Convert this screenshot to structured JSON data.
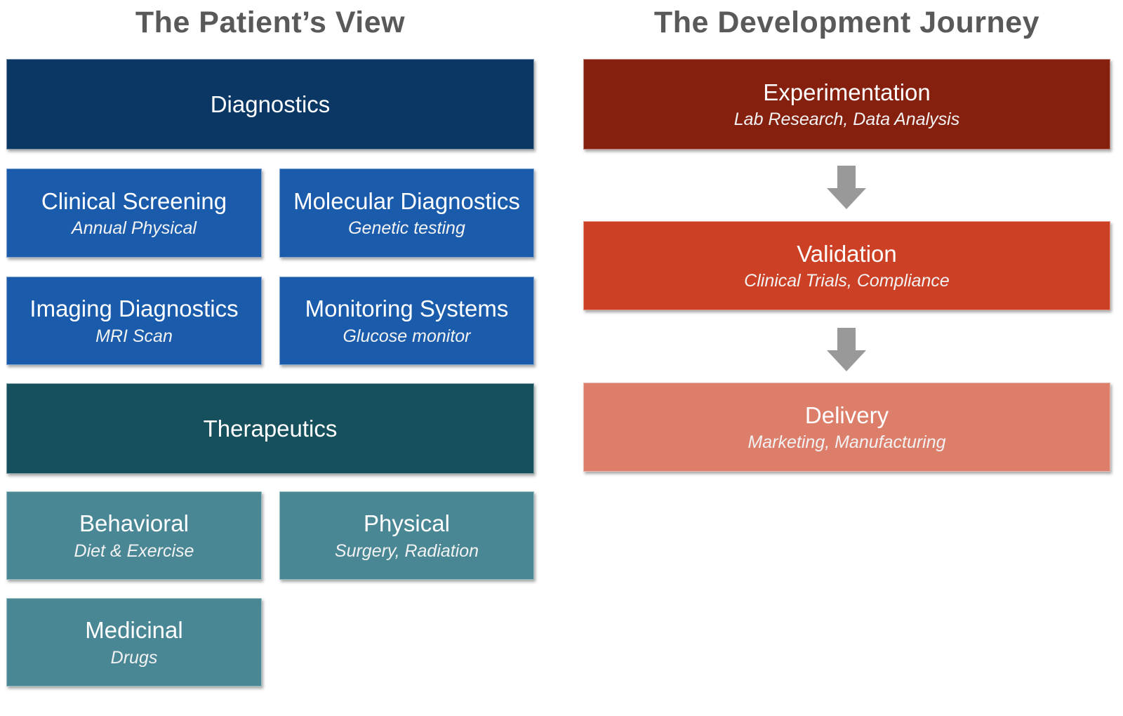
{
  "left_panel": {
    "title": "The Patient’s View",
    "diagnostics": {
      "header": "Diagnostics",
      "items": [
        {
          "label": "Clinical Screening",
          "subtitle": "Annual Physical"
        },
        {
          "label": "Molecular Diagnostics",
          "subtitle": "Genetic testing"
        },
        {
          "label": "Imaging Diagnostics",
          "subtitle": "MRI Scan"
        },
        {
          "label": "Monitoring Systems",
          "subtitle": "Glucose monitor"
        }
      ]
    },
    "therapeutics": {
      "header": "Therapeutics",
      "items": [
        {
          "label": "Behavioral",
          "subtitle": "Diet & Exercise"
        },
        {
          "label": "Physical",
          "subtitle": "Surgery, Radiation"
        },
        {
          "label": "Medicinal",
          "subtitle": "Drugs"
        }
      ]
    }
  },
  "right_panel": {
    "title": "The Development Journey",
    "stages": [
      {
        "label": "Experimentation",
        "subtitle": "Lab Research, Data Analysis"
      },
      {
        "label": "Validation",
        "subtitle": "Clinical Trials, Compliance"
      },
      {
        "label": "Delivery",
        "subtitle": "Marketing, Manufacturing"
      }
    ]
  },
  "palette": {
    "title_text": "#595959",
    "diagnostics_header_bg": "#0a3763",
    "diagnostics_item_bg": "#1a5cab",
    "therapeutics_header_bg": "#15505c",
    "therapeutics_item_bg": "#4a8794",
    "experimentation_bg": "#85200e",
    "validation_bg": "#cc4125",
    "delivery_bg": "#dd7e6b",
    "arrow": "#999999",
    "box_text": "#ffffff"
  }
}
